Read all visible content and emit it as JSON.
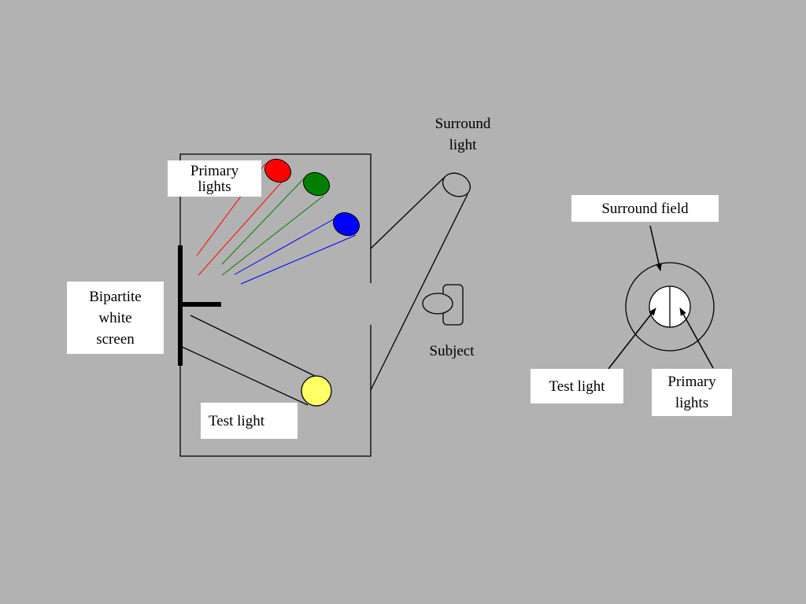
{
  "labels": {
    "primary_lights_left": [
      "Primary",
      "lights"
    ],
    "bipartite_screen": [
      "Bipartite",
      "white",
      "screen"
    ],
    "test_light_left": "Test light",
    "surround_light": [
      "Surround",
      "light"
    ],
    "subject": "Subject",
    "surround_field": "Surround field",
    "test_light_right": "Test light",
    "primary_lights_right": [
      "Primary",
      "lights"
    ]
  },
  "colors": {
    "background": "#b2b2b2",
    "red_lamp": "#ff0000",
    "green_lamp": "#008000",
    "blue_lamp": "#0000ff",
    "test_lamp": "#ffff66",
    "surround_field": "#b2b2b2",
    "test_field": "#ffffff"
  }
}
